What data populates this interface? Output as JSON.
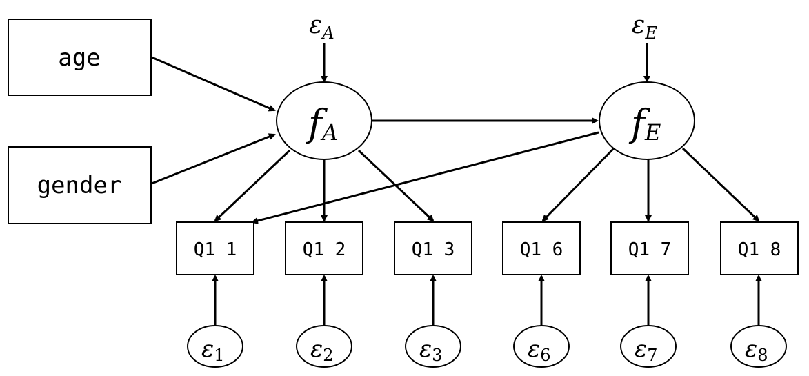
{
  "diagram": {
    "observed_inputs": [
      {
        "id": "age",
        "label": "age"
      },
      {
        "id": "gender",
        "label": "gender"
      }
    ],
    "latent_factors": [
      {
        "id": "fA",
        "symbol": "f",
        "subscript": "A"
      },
      {
        "id": "fE",
        "symbol": "f",
        "subscript": "E"
      }
    ],
    "factor_errors": [
      {
        "id": "eA",
        "symbol": "ε",
        "subscript": "A",
        "target": "fA"
      },
      {
        "id": "eE",
        "symbol": "ε",
        "subscript": "E",
        "target": "fE"
      }
    ],
    "indicators": [
      {
        "id": "Q1_1",
        "label": "Q1_1"
      },
      {
        "id": "Q1_2",
        "label": "Q1_2"
      },
      {
        "id": "Q1_3",
        "label": "Q1_3"
      },
      {
        "id": "Q1_6",
        "label": "Q1_6"
      },
      {
        "id": "Q1_7",
        "label": "Q1_7"
      },
      {
        "id": "Q1_8",
        "label": "Q1_8"
      }
    ],
    "indicator_errors": [
      {
        "id": "e1",
        "symbol": "ε",
        "subscript": "1",
        "target": "Q1_1"
      },
      {
        "id": "e2",
        "symbol": "ε",
        "subscript": "2",
        "target": "Q1_2"
      },
      {
        "id": "e3",
        "symbol": "ε",
        "subscript": "3",
        "target": "Q1_3"
      },
      {
        "id": "e6",
        "symbol": "ε",
        "subscript": "6",
        "target": "Q1_6"
      },
      {
        "id": "e7",
        "symbol": "ε",
        "subscript": "7",
        "target": "Q1_7"
      },
      {
        "id": "e8",
        "symbol": "ε",
        "subscript": "8",
        "target": "Q1_8"
      }
    ],
    "edges": [
      {
        "from": "age",
        "to": "fA"
      },
      {
        "from": "gender",
        "to": "fA"
      },
      {
        "from": "eA",
        "to": "fA"
      },
      {
        "from": "eE",
        "to": "fE"
      },
      {
        "from": "fA",
        "to": "fE"
      },
      {
        "from": "fA",
        "to": "Q1_1"
      },
      {
        "from": "fA",
        "to": "Q1_2"
      },
      {
        "from": "fA",
        "to": "Q1_3"
      },
      {
        "from": "fE",
        "to": "Q1_1"
      },
      {
        "from": "fE",
        "to": "Q1_6"
      },
      {
        "from": "fE",
        "to": "Q1_7"
      },
      {
        "from": "fE",
        "to": "Q1_8"
      },
      {
        "from": "e1",
        "to": "Q1_1"
      },
      {
        "from": "e2",
        "to": "Q1_2"
      },
      {
        "from": "e3",
        "to": "Q1_3"
      },
      {
        "from": "e6",
        "to": "Q1_6"
      },
      {
        "from": "e7",
        "to": "Q1_7"
      },
      {
        "from": "e8",
        "to": "Q1_8"
      }
    ]
  }
}
